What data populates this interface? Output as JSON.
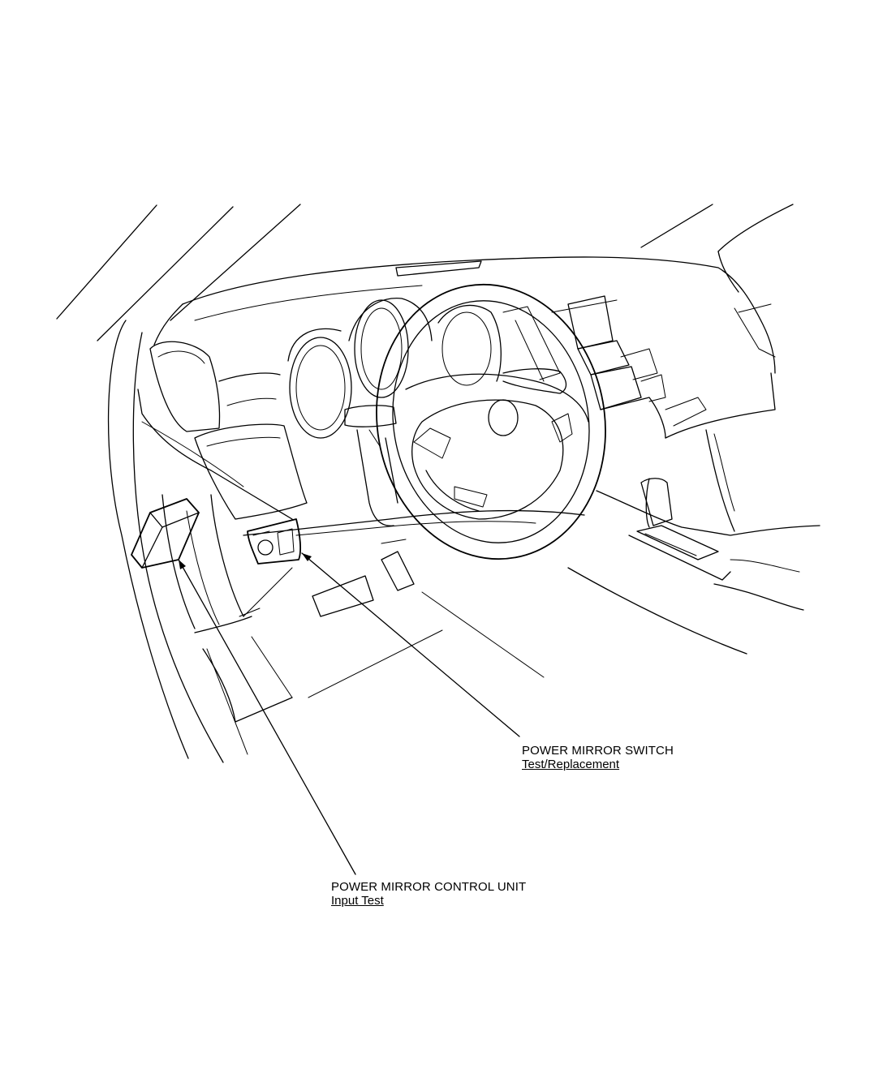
{
  "callouts": {
    "switch": {
      "name": "POWER MIRROR SWITCH",
      "link": "Test/Replacement"
    },
    "control_unit": {
      "name": "POWER MIRROR CONTROL UNIT",
      "link": "Input Test"
    }
  },
  "colors": {
    "line": "#000000",
    "background": "#ffffff"
  }
}
